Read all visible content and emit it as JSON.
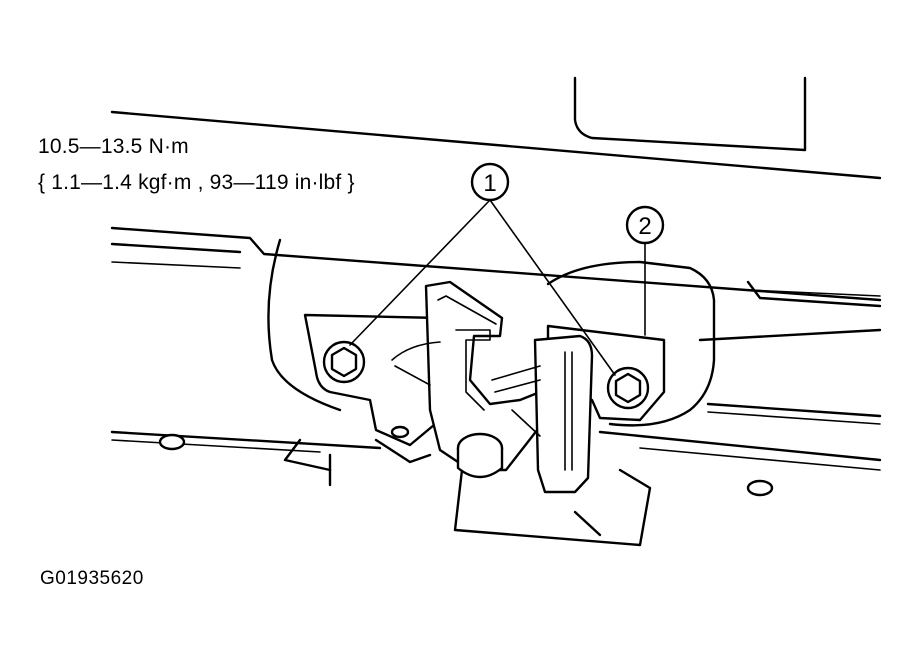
{
  "torque_spec": {
    "line1": "10.5—13.5 N·m",
    "line2": "{ 1.1—1.4 kgf·m , 93—119 in·lbf }"
  },
  "callouts": {
    "bolt": "1",
    "latch": "2"
  },
  "figure_id": "G01935620"
}
